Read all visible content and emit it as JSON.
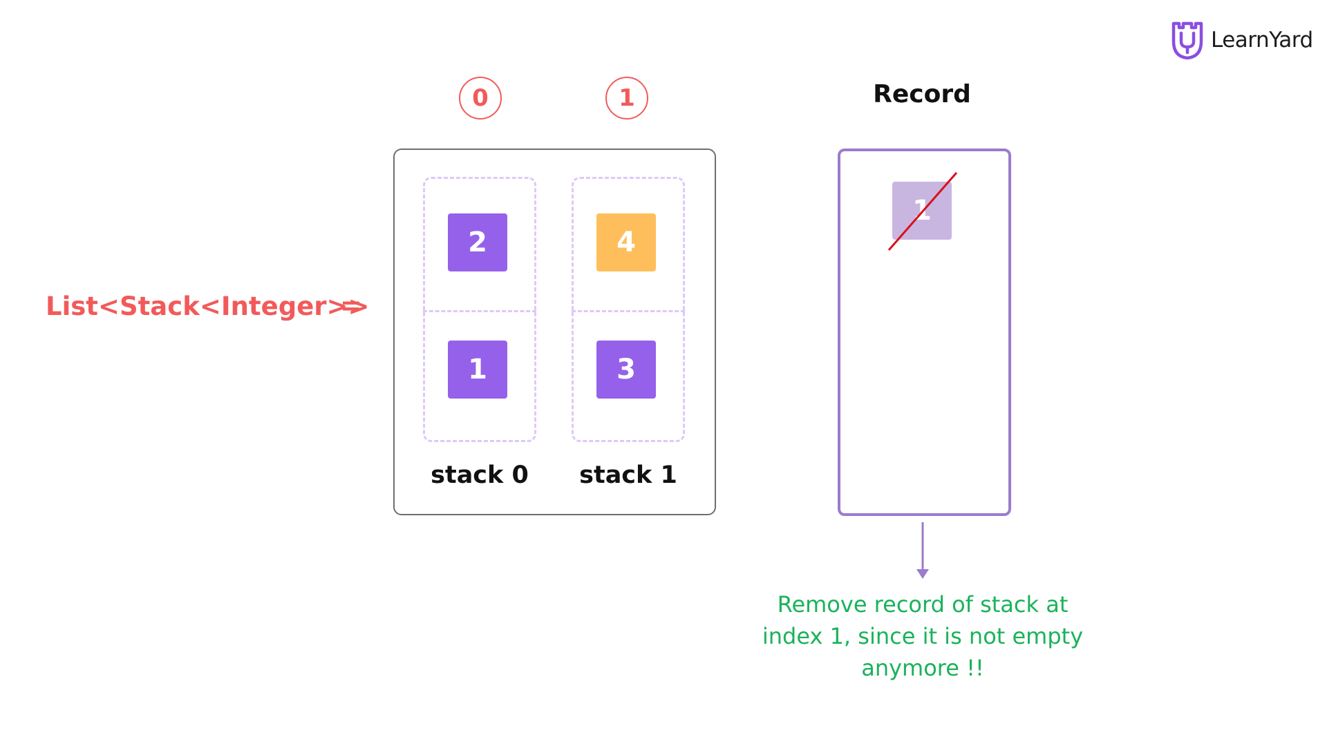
{
  "brand": {
    "name": "LearnYard",
    "logo_color": "#8a4fe0"
  },
  "list_label": "List<Stack<Integer>>",
  "equals_sign": "=",
  "indices": [
    "0",
    "1"
  ],
  "stacks": [
    {
      "label": "stack 0",
      "items_top_to_bottom": [
        {
          "value": "2",
          "color": "#9661ea"
        },
        {
          "value": "1",
          "color": "#9661ea"
        }
      ]
    },
    {
      "label": "stack 1",
      "items_top_to_bottom": [
        {
          "value": "4",
          "color": "#ffbe5c"
        },
        {
          "value": "3",
          "color": "#9661ea"
        }
      ]
    }
  ],
  "record": {
    "title": "Record",
    "items": [
      {
        "value": "1",
        "color": "#c9b6e0",
        "struck_out": true
      }
    ]
  },
  "note": {
    "lines": [
      "Remove record of stack at",
      "index 1, since it is not empty",
      "anymore !!"
    ],
    "color": "#1ab25a"
  },
  "colors": {
    "accent_red": "#f25a5a",
    "stack_dash": "#dcc9f7",
    "record_border": "#9a7ccd",
    "strike_line": "#d9111b"
  }
}
